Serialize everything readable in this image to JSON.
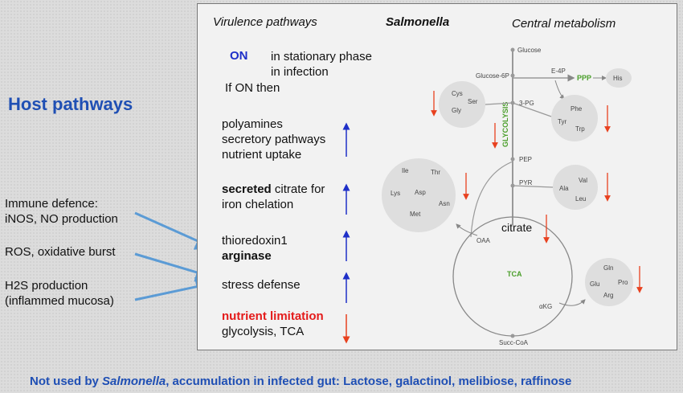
{
  "left": {
    "host_title": "Host pathways",
    "immune_1": "Immune defence:",
    "immune_2": "iNOS, NO production",
    "ros": "ROS, oxidative burst",
    "h2s_1": "H2S production",
    "h2s_2": "(inflammed mucosa)"
  },
  "panel": {
    "virulence_title": "Virulence pathways",
    "salmonella_title": "Salmonella",
    "metabolism_title": "Central metabolism",
    "on_word": "ON",
    "on_line1": "in stationary phase",
    "on_line2": "in infection",
    "if_on": "If ON then",
    "g1": [
      "polyamines",
      "secretory pathways",
      "nutrient uptake"
    ],
    "g2_bold": "secreted",
    "g2_rest": " citrate for",
    "g2_line2": "iron chelation",
    "g3_line1": "thioredoxin1",
    "g3_line2": "arginase",
    "g4": "stress defense",
    "g5_line1": "nutrient limitation",
    "g5_line2": "glycolysis, TCA"
  },
  "diagram": {
    "glucose": "Glucose",
    "glucose6p": "Glucose-6P",
    "e4p": "E-4P",
    "ppp": "PPP",
    "his": "His",
    "pg3": "3-PG",
    "glycolysis": "GLYCOLYSIS",
    "pep": "PEP",
    "pyr": "PYR",
    "oaa": "OAA",
    "citrate": "citrate",
    "tca": "TCA",
    "akg": "αKG",
    "succoa": "Succ-CoA",
    "aa_cys": [
      "Cys",
      "Ser",
      "Gly"
    ],
    "aa_phe": [
      "Phe",
      "Tyr",
      "Trp"
    ],
    "aa_big": [
      "Ile",
      "Thr",
      "Lys",
      "Asp",
      "Asn",
      "Met"
    ],
    "aa_ala": [
      "Ala",
      "Val",
      "Leu"
    ],
    "aa_gln": [
      "Gln",
      "Glu",
      "Pro",
      "Arg"
    ]
  },
  "footer": {
    "part1": "Not used by ",
    "salmonella": "Salmonella",
    "part2": ", accumulation in infected gut: Lactose, galactinol, melibiose, raffinose"
  },
  "colors": {
    "title_blue": "#1f4fb4",
    "arrow_blue": "#1e2fc8",
    "arrow_red": "#e8411f",
    "host_arrow": "#5b9bd5",
    "green": "#4a9e2a",
    "nutrient_red": "#e41b1b"
  }
}
